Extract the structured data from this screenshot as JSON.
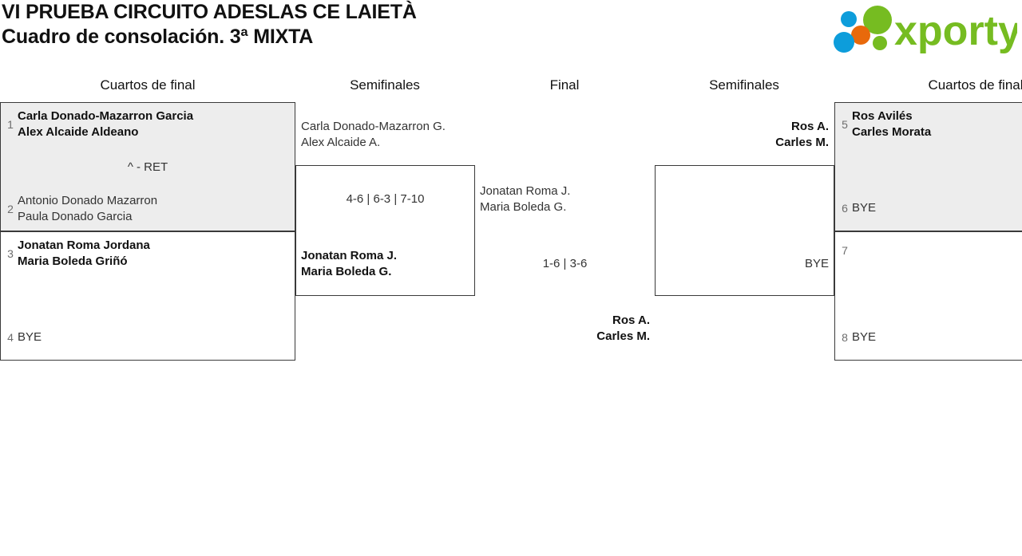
{
  "header": {
    "title_line1": "VI PRUEBA CIRCUITO ADESLAS CE LAIETÀ",
    "title_line2": "Cuadro de consolación. 3ª MIXTA",
    "logo_text": "xporty",
    "logo_colors": {
      "green": "#76bc21",
      "blue": "#0d9ddb",
      "orange": "#e8690b"
    }
  },
  "rounds": [
    {
      "label": "Cuartos de final",
      "side": "left"
    },
    {
      "label": "Semifinales",
      "side": "left"
    },
    {
      "label": "Final",
      "side": "center"
    },
    {
      "label": "Semifinales",
      "side": "right"
    },
    {
      "label": "Cuartos de final",
      "side": "right"
    }
  ],
  "left_quarters": [
    {
      "seed_top": "1",
      "top_p1": "Carla Donado-Mazarron Garcia",
      "top_p2": "Alex Alcaide Aldeano",
      "top_result": "win",
      "score": "^ - RET",
      "seed_bottom": "2",
      "bottom_p1": "Antonio Donado Mazarron",
      "bottom_p2": "Paula Donado Garcia",
      "bottom_result": "lose"
    },
    {
      "seed_top": "3",
      "top_p1": "Jonatan Roma Jordana",
      "top_p2": "Maria Boleda Griñó",
      "top_result": "win",
      "score": "",
      "seed_bottom": "4",
      "bottom_p1": "BYE",
      "bottom_p2": "",
      "bottom_result": "lose"
    }
  ],
  "left_semifinal": {
    "top_p1": "Carla Donado-Mazarron G.",
    "top_p2": "Alex Alcaide A.",
    "top_result": "lose",
    "score": "4-6 | 6-3 | 7-10",
    "bottom_p1": "Jonatan Roma J.",
    "bottom_p2": "Maria Boleda G.",
    "bottom_result": "win"
  },
  "final": {
    "top_p1": "Jonatan Roma J.",
    "top_p2": "Maria Boleda G.",
    "top_result": "lose",
    "score": "1-6 | 3-6",
    "bottom_p1": "Ros A.",
    "bottom_p2": "Carles M.",
    "bottom_result": "win"
  },
  "right_semifinal": {
    "top_p1": "Ros A.",
    "top_p2": "Carles M.",
    "top_result": "win",
    "score": "",
    "bottom_p1": "BYE",
    "bottom_p2": "",
    "bottom_result": "lose"
  },
  "right_quarters": [
    {
      "seed_top": "5",
      "top_p1": "Ros Avilés",
      "top_p2": "Carles Morata",
      "top_result": "win",
      "score": "",
      "seed_bottom": "6",
      "bottom_p1": "BYE",
      "bottom_p2": "",
      "bottom_result": "lose"
    },
    {
      "seed_top": "7",
      "top_p1": "",
      "top_p2": "",
      "top_result": "lose",
      "score": "",
      "seed_bottom": "8",
      "bottom_p1": "BYE",
      "bottom_p2": "",
      "bottom_result": "lose"
    }
  ]
}
